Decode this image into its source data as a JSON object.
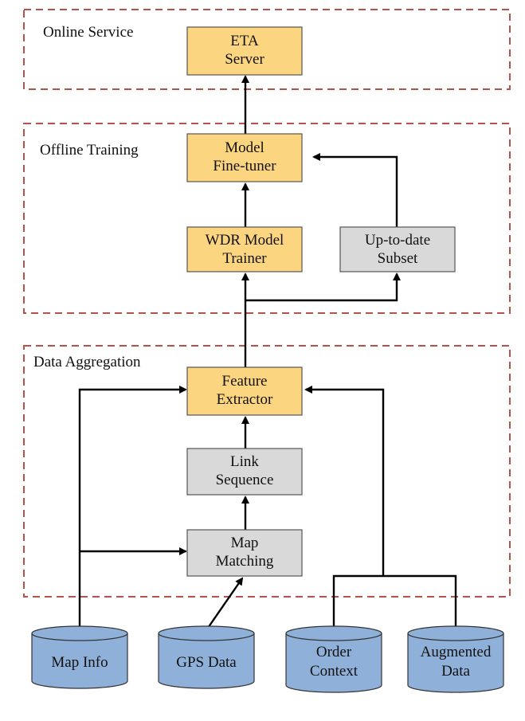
{
  "colors": {
    "highlight_node": "#fcd581",
    "plain_node": "#d9d9d9",
    "database": "#8fb0d8",
    "region_border": "#b5524a",
    "arrow": "#000000"
  },
  "regions": {
    "online": "Online Service",
    "offline": "Offline Training",
    "aggregation": "Data Aggregation"
  },
  "nodes": {
    "eta_server": [
      "ETA",
      "Server"
    ],
    "model_finetuner": [
      "Model",
      "Fine-tuner"
    ],
    "wdr_trainer": [
      "WDR Model",
      "Trainer"
    ],
    "uptodate_subset": [
      "Up-to-date",
      "Subset"
    ],
    "feature_extractor": [
      "Feature",
      "Extractor"
    ],
    "link_sequence": [
      "Link",
      "Sequence"
    ],
    "map_matching": [
      "Map",
      "Matching"
    ]
  },
  "databases": {
    "map_info": [
      "Map Info"
    ],
    "gps_data": [
      "GPS Data"
    ],
    "order_context": [
      "Order",
      "Context"
    ],
    "augmented_data": [
      "Augmented",
      "Data"
    ]
  }
}
